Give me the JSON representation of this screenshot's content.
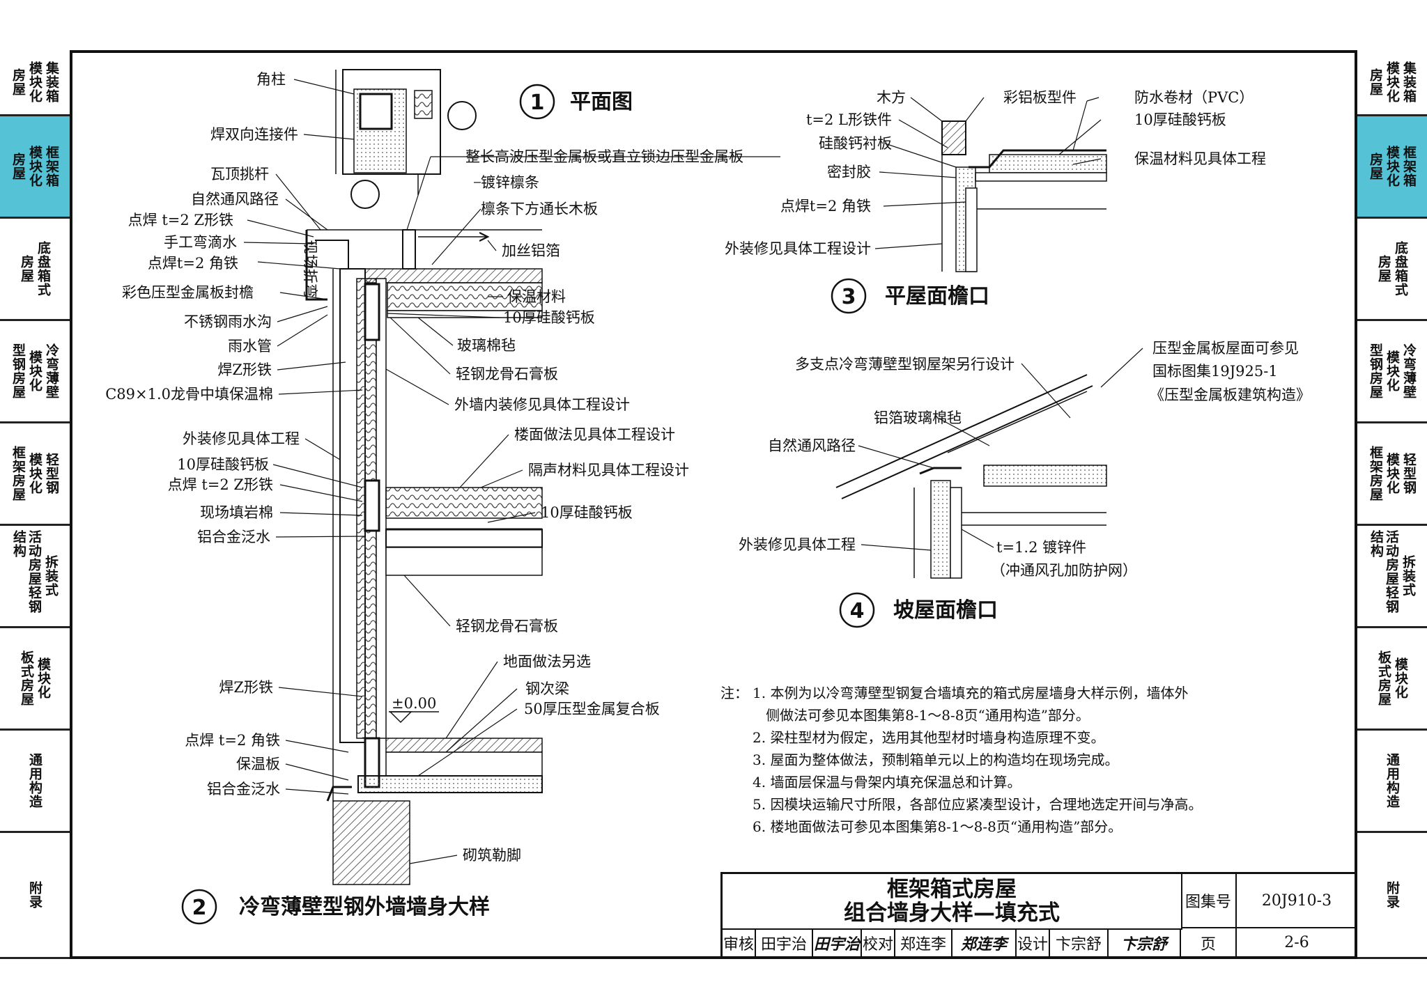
{
  "sidebar_left": [
    {
      "lines": [
        "集模",
        "装块",
        "箱化"
      ],
      "pre": "房屋",
      "active": false
    },
    {
      "lines": [
        "框模",
        "架块",
        "箱化"
      ],
      "pre": "房屋",
      "active": true
    },
    {
      "lines": [
        "底",
        "盘",
        "箱",
        "式"
      ],
      "pre": "房屋",
      "active": false
    },
    {
      "lines": [
        "冷模",
        "弯块",
        "薄化",
        "壁"
      ],
      "pre": "型钢房屋",
      "active": false
    },
    {
      "lines": [
        "轻模",
        "型块",
        "钢化"
      ],
      "pre": "框架房屋",
      "active": false
    },
    {
      "lines": [
        "拆",
        "装",
        "式"
      ],
      "pre": "活动房屋轻钢结构",
      "active": false
    },
    {
      "lines": [
        "模",
        "块",
        "化"
      ],
      "pre": "板式房屋",
      "active": false
    },
    {
      "lines": [
        "通",
        "用",
        "构",
        "造"
      ],
      "pre": "",
      "active": false
    },
    {
      "lines": [
        "附",
        "录"
      ],
      "pre": "",
      "active": false
    }
  ],
  "view1": {
    "num": "1",
    "title": "平面图"
  },
  "view2": {
    "num": "2",
    "title": "冷弯薄壁型钢外墙墙身大样"
  },
  "view3": {
    "num": "3",
    "title": "平屋面檐口"
  },
  "view4": {
    "num": "4",
    "title": "坡屋面檐口"
  },
  "labels_v1": {
    "corner_column": "角柱",
    "weld_connector": "焊双向连接件",
    "full_length_panel": "整长高波压型金属板或直立锁边压型金属板",
    "galv_purlin": "镀锌檩条",
    "tile_rafter": "瓦顶挑杆",
    "vent_path": "自然通风路径",
    "purlin_board": "檩条下方通长木板",
    "z_iron_1": "点焊 t=2 Z形铁",
    "drip": "手工弯滴水",
    "al_foil": "加丝铝箔",
    "angle_1": "点焊t=2 角铁",
    "site_bend": "现场折弯",
    "eave_panel": "彩色压型金属板封檐",
    "insulation": "保温材料",
    "gutter": "不锈钢雨水沟",
    "cs_board_1": "10厚硅酸钙板",
    "downpipe": "雨水管",
    "glass_wool": "玻璃棉毡",
    "weld_z_1": "焊Z形铁",
    "gypsum_1": "轻钢龙骨石膏板",
    "c89": "C89×1.0龙骨中填保温棉",
    "inner_finish": "外墙内装修见具体工程设计",
    "ext_finish": "外装修见具体工程",
    "floor_finish": "楼面做法见具体工程设计",
    "cs_board_2": "10厚硅酸钙板",
    "sound_mat": "隔声材料见具体工程设计",
    "z_iron_2": "点焊 t=2 Z形铁",
    "rock_wool": "现场填岩棉",
    "cs_board_3": "10厚硅酸钙板",
    "al_flash_1": "铝合金泛水",
    "gypsum_2": "轻钢龙骨石膏板",
    "ground_finish": "地面做法另选",
    "weld_z_2": "焊Z形铁",
    "steel_beam": "钢次梁",
    "elev": "±0.00",
    "composite": "50厚压型金属复合板",
    "angle_2": "点焊 t=2 角铁",
    "ins_board": "保温板",
    "al_flash_2": "铝合金泛水",
    "plinth": "砌筑勒脚"
  },
  "labels_v3": {
    "timber": "木方",
    "al_profile": "彩铝板型件",
    "pvc": "防水卷材（PVC）",
    "l_iron": "t=2 L形铁件",
    "cs_board": "10厚硅酸钙板",
    "cs_lining": "硅酸钙衬板",
    "ins_note": "保温材料见具体工程",
    "sealant": "密封胶",
    "angle": "点焊t=2 角铁",
    "ext_finish": "外装修见具体工程设计"
  },
  "labels_v4": {
    "truss": "多支点冷弯薄壁型钢屋架另行设计",
    "ref_1": "压型金属板屋面可参见",
    "ref_2": "国标图集19J925-1",
    "ref_3": "《压型金属板建筑构造》",
    "foil_wool": "铝箔玻璃棉毡",
    "vent_path": "自然通风路径",
    "ext_finish": "外装修见具体工程",
    "galv_part": "t=1.2 镀锌件",
    "vent_mesh": "（冲通风孔加防护网）"
  },
  "notes": {
    "prefix": "注：",
    "lines": [
      "1. 本例为以冷弯薄壁型钢复合墙填充的箱式房屋墙身大样示例，墙体外",
      "   侧做法可参见本图集第8-1～8-8页“通用构造”部分。",
      "2. 梁柱型材为假定，选用其他型材时墙身构造原理不变。",
      "3. 屋面为整体做法，预制箱单元以上的构造均在现场完成。",
      "4. 墙面层保温与骨架内填充保温总和计算。",
      "5. 因模块运输尺寸所限，各部位应紧凑型设计，合理地选定开间与净高。",
      "6. 楼地面做法可参见本图集第8-1～8-8页“通用构造”部分。"
    ]
  },
  "title_block": {
    "title_1": "框架箱式房屋",
    "title_2": "组合墙身大样—填充式",
    "atlas_label": "图集号",
    "atlas_no": "20J910-3",
    "review_label": "审核",
    "reviewer": "田宇治",
    "check_label": "校对",
    "checker": "郑连李",
    "design_label": "设计",
    "designer": "卞宗舒",
    "page_label": "页",
    "page_no": "2-6"
  },
  "sidebar_right": [
    {
      "lines": [
        "集模",
        "装块",
        "箱化"
      ],
      "pre": "房屋",
      "active": false
    },
    {
      "lines": [
        "框模",
        "架块",
        "箱化"
      ],
      "pre": "房屋",
      "active": true
    },
    {
      "lines": [
        "底",
        "盘",
        "箱",
        "式"
      ],
      "pre": "房屋",
      "active": false
    },
    {
      "lines": [
        "冷模",
        "弯块",
        "薄化",
        "壁"
      ],
      "pre": "型钢房屋",
      "active": false
    },
    {
      "lines": [
        "轻模",
        "型块",
        "钢化"
      ],
      "pre": "框架房屋",
      "active": false
    },
    {
      "lines": [
        "拆",
        "装",
        "式"
      ],
      "pre": "活动房屋轻钢结构",
      "active": false
    },
    {
      "lines": [
        "模",
        "块",
        "化"
      ],
      "pre": "板式房屋",
      "active": false
    },
    {
      "lines": [
        "通",
        "用",
        "构",
        "造"
      ],
      "pre": "",
      "active": false
    },
    {
      "lines": [
        "附",
        "录"
      ],
      "pre": "",
      "active": false
    }
  ]
}
